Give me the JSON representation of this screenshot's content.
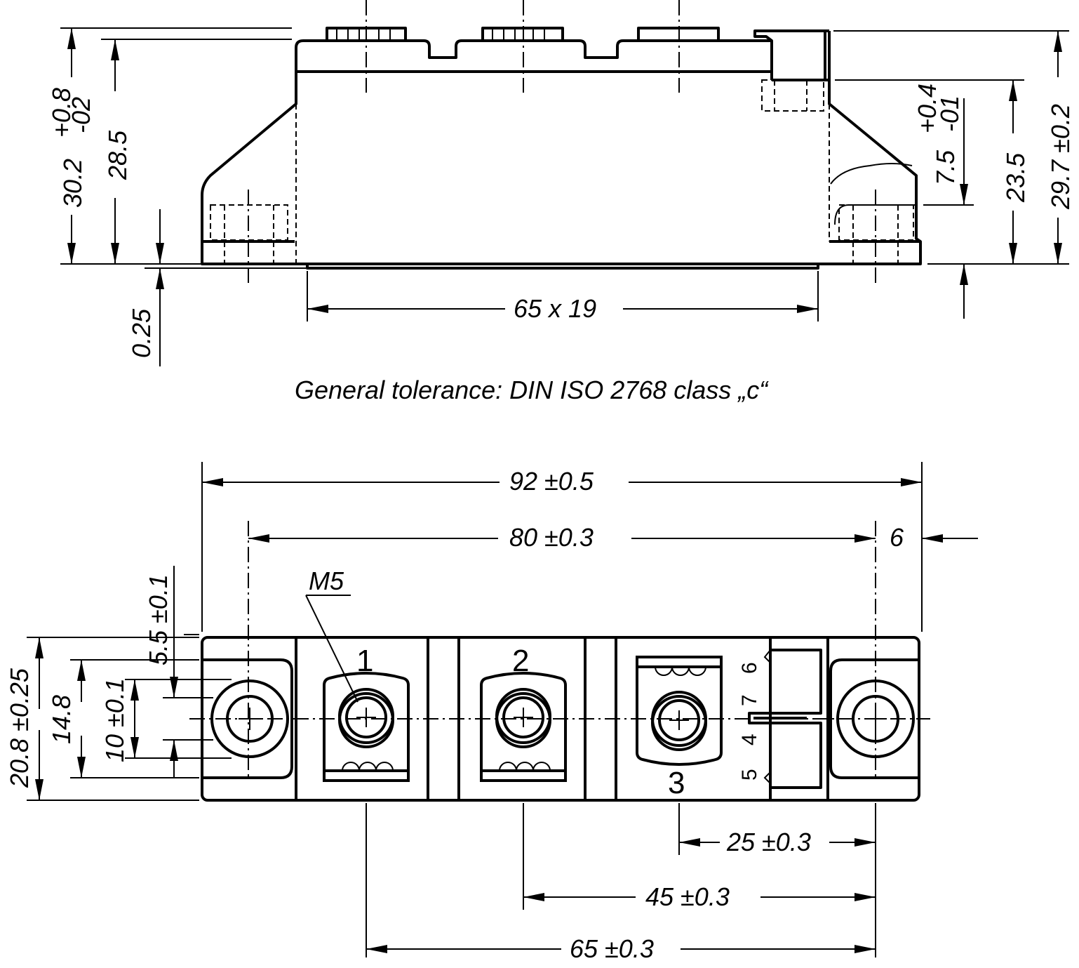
{
  "side_view": {
    "dims": {
      "overall_height": "30.2",
      "overall_height_tol_upper": "+0.8",
      "overall_height_tol_lower": "-02",
      "body_height": "28.5",
      "base_offset": "0.25",
      "base_plate": "65 x 19",
      "mount_height": "23.5",
      "right_height": "29.7 ±0.2",
      "aux_height": "7.5",
      "aux_tol_upper": "+0.4",
      "aux_tol_lower": "-01"
    }
  },
  "note": "General tolerance: DIN ISO 2768 class „c“",
  "top_view": {
    "dims": {
      "length": "92 ±0.5",
      "hole_pitch": "80 ±0.3",
      "edge_offset": "6",
      "thread": "M5",
      "width": "20.8 ±0.25",
      "inner_width": "14.8",
      "pad_width": "10 ±0.1",
      "hole_offset": "5.5 ±0.1",
      "term3_pitch": "25 ±0.3",
      "term2_pitch": "45 ±0.3",
      "term1_pitch": "65 ±0.3"
    },
    "terminals": [
      "1",
      "2",
      "3"
    ],
    "aux_pins": [
      "6",
      "7",
      "4",
      "5"
    ]
  }
}
